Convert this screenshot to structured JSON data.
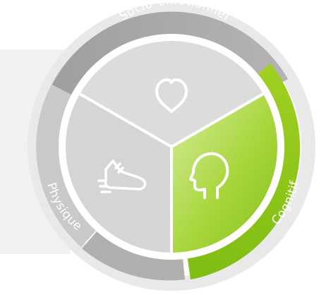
{
  "segments": {
    "socio_emotional": {
      "label": "Socio-émotionnel",
      "icon": "heart-icon"
    },
    "physical": {
      "label": "Physique",
      "icon": "running-shoe-icon"
    },
    "cognitive": {
      "label": "Cognitif",
      "icon": "head-profile-icon"
    }
  },
  "colors": {
    "ring_dark_gray": "#a7a7a7",
    "ring_light_gray": "#c7c7c7",
    "ring_green": "#8fc71b",
    "segment_gray": "#dcdcdb",
    "segment_green": "#b5dc52",
    "backdrop": "#f2f2f2",
    "outer_ring": "#e6e6e6"
  }
}
